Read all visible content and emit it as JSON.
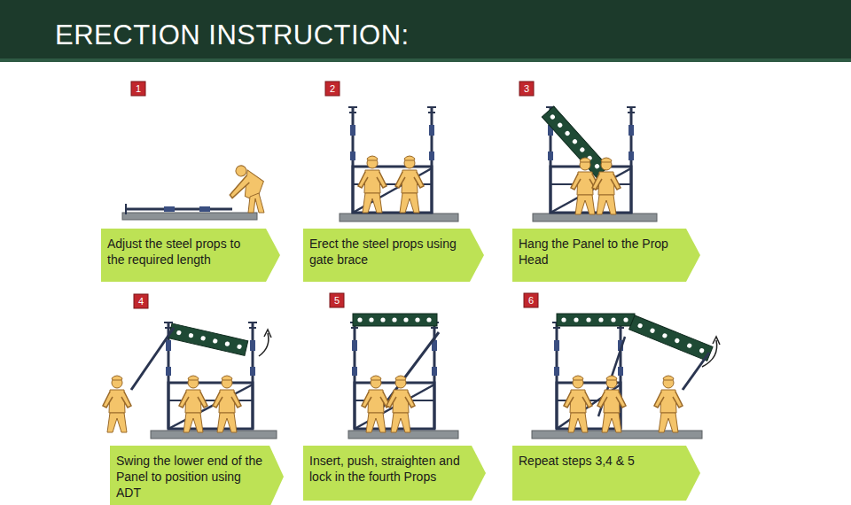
{
  "diagram": {
    "title": "ERECTION INSTRUCTION:",
    "nodes": [
      {
        "text": [
          "1"
        ]
      },
      {
        "text": [
          "Adjust the steel props to the required length"
        ]
      },
      {
        "text": [
          "2"
        ]
      },
      {
        "text": [
          "Erect the steel props using gate brace"
        ]
      },
      {
        "text": [
          "3"
        ]
      },
      {
        "text": [
          "Hang the Panel to the Prop Head"
        ]
      },
      {
        "text": [
          "4"
        ]
      },
      {
        "text": [
          "Swing the lower end of the Panel to position using ADT"
        ]
      },
      {
        "text": [
          "5"
        ]
      },
      {
        "text": [
          "Insert, push, straighten and lock in the fourth Props"
        ]
      },
      {
        "text": [
          "6"
        ]
      },
      {
        "text": [
          "Repeat steps 3,4 & 5"
        ]
      }
    ]
  }
}
